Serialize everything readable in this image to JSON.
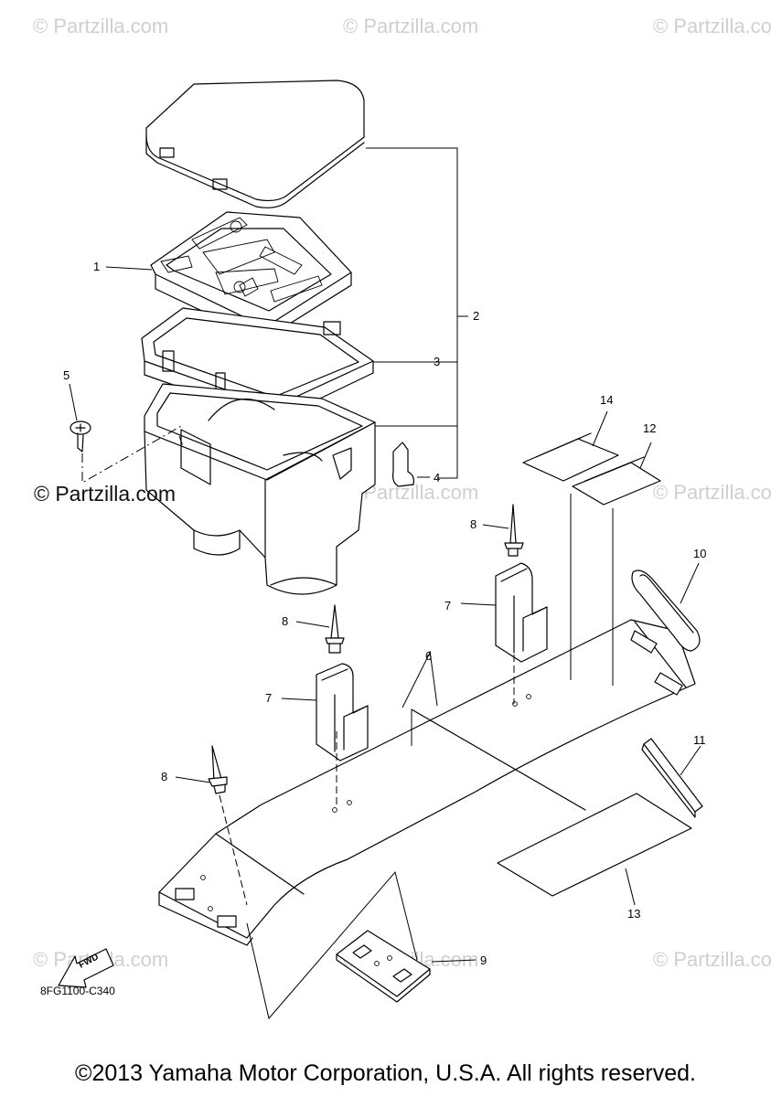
{
  "watermarks": {
    "text": "© Partzilla.com",
    "center_text": "© Partzilla.com"
  },
  "callouts": {
    "c1": "1",
    "c2": "2",
    "c3": "3",
    "c4": "4",
    "c5": "5",
    "c6": "6",
    "c7a": "7",
    "c7b": "7",
    "c8a": "8",
    "c8b": "8",
    "c8c": "8",
    "c9": "9",
    "c10": "10",
    "c11": "11",
    "c12": "12",
    "c13": "13",
    "c14": "14"
  },
  "fwd_label": "FWD",
  "diagram_code": "8FG1100-C340",
  "copyright": "©2013 Yamaha Motor Corporation, U.S.A. All rights reserved.",
  "colors": {
    "line": "#000000",
    "watermark": "#cfcfcf",
    "background": "#ffffff"
  }
}
